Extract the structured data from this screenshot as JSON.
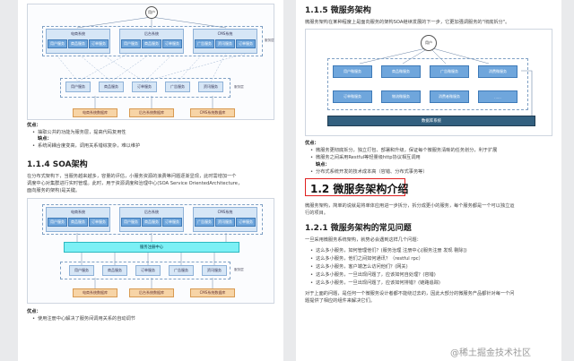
{
  "left": {
    "fig1": {
      "user": "用户",
      "systems": [
        {
          "name": "电商系统",
          "services": [
            "用户服务",
            "商品服务",
            "订单服务"
          ]
        },
        {
          "name": "后台系统",
          "services": [
            "用户服务",
            "商品服务",
            "订单服务"
          ]
        },
        {
          "name": "CMS系统",
          "services": [
            "广告服务",
            "资讯服务",
            "订单服务"
          ]
        }
      ],
      "layer_label": "服务层",
      "middle": [
        "用户服务",
        "商品服务",
        "订单服务",
        "广告服务",
        "资讯服务"
      ],
      "middle_label": "服务层",
      "dbs": [
        "电商系统数据库",
        "后台系统数据库",
        "CMS系统数据库"
      ]
    },
    "pros1": {
      "title": "优点：",
      "items": [
        "抽取公共的功能为服务层，提高代码复用性"
      ],
      "cons_title": "缺点：",
      "cons": [
        "系统间耦合度变高，调用关系错综复杂，难以维护"
      ]
    },
    "soa_heading": "1.1.4 SOA架构",
    "soa_desc": [
      "在分布式架构下，当服务越来越多，容量的评估，小服务资源的浪费等问题逐渐显现，此时需增加一个",
      "调度中心对集群进行实时管理。此时，用于资源调度和治理中心(SOA Service OrientedArchitecture，",
      "面向服务的架构)是关键。"
    ],
    "fig2": {
      "systems": [
        {
          "name": "电商系统",
          "services": [
            "用户服务",
            "商品服务",
            "订单服务"
          ]
        },
        {
          "name": "后台系统",
          "services": [
            "用户服务",
            "商品服务",
            "订单服务"
          ]
        },
        {
          "name": "CMS系统",
          "services": [
            "广告服务",
            "资讯服务",
            "订单服务"
          ]
        }
      ],
      "center": "服务注册中心",
      "middle": [
        "用户服务",
        "商品服务",
        "订单服务",
        "广告服务",
        "资讯服务"
      ],
      "middle_label": "服务层",
      "dbs": [
        "电商系统数据库",
        "后台系统数据库",
        "CMS系统数据库"
      ]
    },
    "pros2": {
      "title": "优点：",
      "items": [
        "使用注册中心解决了服务间调用关系的自动调节"
      ]
    }
  },
  "right": {
    "h115": "1.1.5 微服务架构",
    "desc115": "微服务架构在某种程度上是面向服务的架构SOA继续发展的下一步，它更加强调服务的\"彻底拆分\"。",
    "fig3": {
      "user": "用户",
      "services": [
        "用户微服务",
        "商品微服务",
        "广告微服务",
        "消费微服务",
        "订单微服务",
        "物流微服务",
        "消费者微服务",
        "......"
      ],
      "db": "数据库系统"
    },
    "pros": {
      "title": "优点：",
      "items": [
        "微服务更彻底拆分，独立打包、部署和升级，保证每个微服务清晰的任务划分，利于扩展",
        "微服务之间采用Restful等轻量级http协议相互调用"
      ],
      "cons_title": "缺点：",
      "cons": [
        "分布式系统开发的技术成本高（容错、分布式事务等）"
      ]
    },
    "h12": "1.2 微服务架构介绍",
    "desc12": [
      "微服务架构，简单的说就是将单体应用进一步拆分，拆分成更小的服务，每个服务都是一个可以独立运",
      "行的项目。"
    ],
    "h121": "1.2.1 微服务架构的常见问题",
    "intro121": "一旦采用微服务系统架构，就势必会遇到这样几个问题：",
    "problems": [
      "这么多小服务，如何管理他们？(服务治理 注册中心[服务注册 发现 剔除])",
      "这么多小服务，他们之间如何通讯？（restful rpc）",
      "这么多小服务，客户端怎么访问他们？(网关)",
      "这么多小服务，一旦出现问题了，应该如何自处理？(容错)",
      "这么多小服务，一旦出现问题了，应该如何排错？(链路追踪)"
    ],
    "outro": [
      "对于上面的问题，是任何一个微服务设计者都不能绕过去的，因此大部分的微服务产品都针对每一个问",
      "题提供了相应的组件来解决它们。"
    ]
  },
  "watermark": "@稀土掘金技术社区"
}
